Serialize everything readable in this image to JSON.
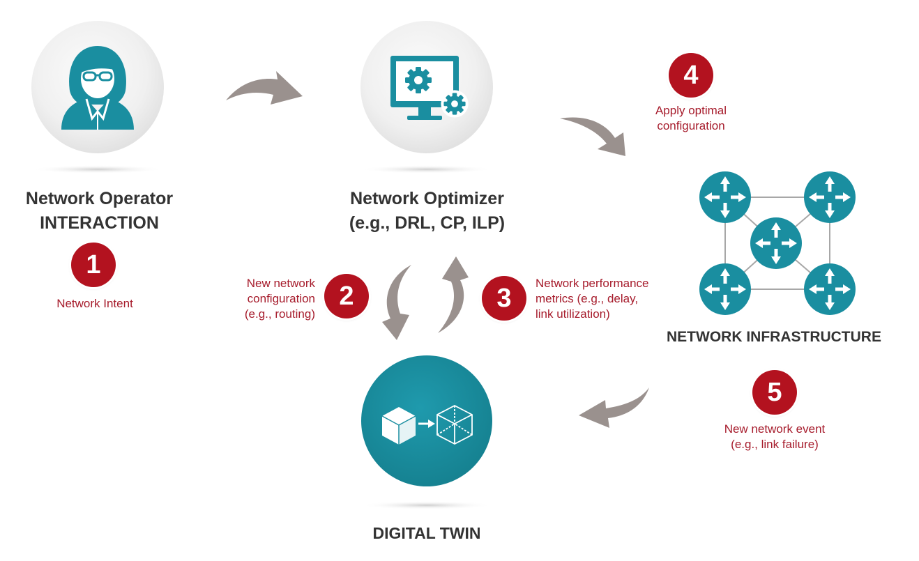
{
  "colors": {
    "teal": "#1a8ea0",
    "crimson": "#b3121f",
    "caption_red": "#a61b2b",
    "arrow_gray": "#9a918e",
    "title_dark": "#333333"
  },
  "operator": {
    "icon": "user-glasses-icon",
    "title_line1": "Network Operator",
    "title_line2": "INTERACTION",
    "step": "1",
    "caption": "Network Intent"
  },
  "optimizer": {
    "icon": "monitor-gears-icon",
    "title_line1": "Network Optimizer",
    "title_line2": "(e.g., DRL, CP, ILP)"
  },
  "step2": {
    "number": "2",
    "line1": "New network",
    "line2": "configuration",
    "line3": "(e.g., routing)"
  },
  "step3": {
    "number": "3",
    "line1": "Network performance",
    "line2": "metrics (e.g., delay,",
    "line3": "link utilization)"
  },
  "step4": {
    "number": "4",
    "line1": "Apply optimal",
    "line2": "configuration"
  },
  "infrastructure": {
    "icon": "router-network-icon",
    "title": "NETWORK INFRASTRUCTURE"
  },
  "step5": {
    "number": "5",
    "line1": "New network event",
    "line2": "(e.g., link failure)"
  },
  "twin": {
    "icon": "cube-to-wireframe-icon",
    "title": "DIGITAL TWIN"
  }
}
